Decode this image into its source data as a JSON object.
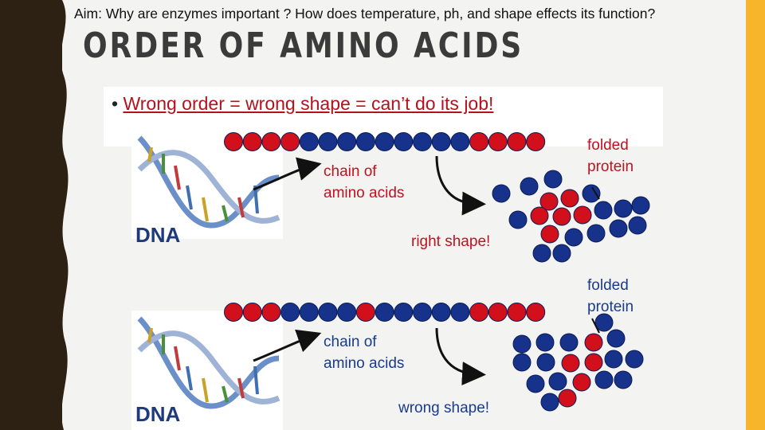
{
  "aim": "Aim: Why are enzymes important ? How does temperature, ph, and shape effects its function?",
  "title": "ORDER OF AMINO ACIDS",
  "bullet": {
    "marker": "•",
    "text": "Wrong order = wrong shape = can’t do its job!"
  },
  "top": {
    "chain_label_1": "chain of",
    "chain_label_2": "amino acids",
    "folded_1": "folded",
    "folded_2": "protein",
    "dna": "DNA",
    "shape": "right shape!"
  },
  "bottom": {
    "chain_label_1": "chain of",
    "chain_label_2": "amino acids",
    "folded_1": "folded",
    "folded_2": "protein",
    "dna": "DNA",
    "shape": "wrong shape!"
  },
  "colors": {
    "red_bead": "#d1101c",
    "blue_bead": "#16328a",
    "accent_bar": "#f6b52a",
    "dark_bar": "#2c2112"
  }
}
